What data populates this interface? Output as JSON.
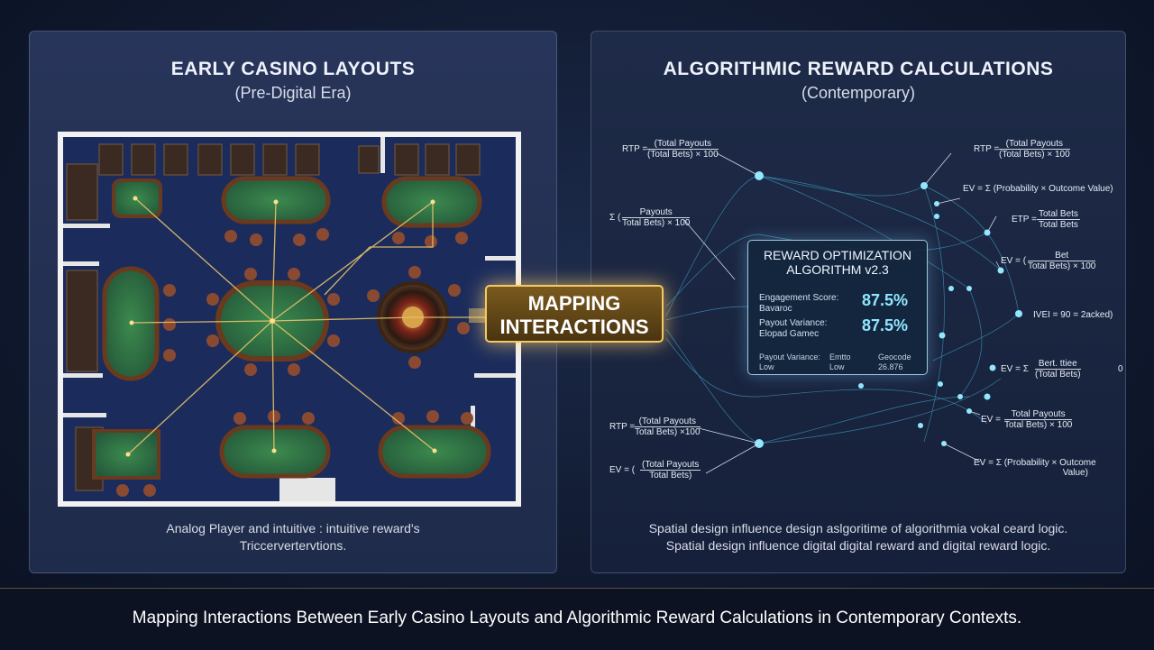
{
  "left_panel": {
    "title": "EARLY CASINO LAYOUTS",
    "subtitle": "(Pre-Digital Era)",
    "caption_line1": "Analog Player and intuitive : intuitive reward's",
    "caption_line2": "Triccervertervtions."
  },
  "right_panel": {
    "title": "ALGORITHMIC REWARD CALCULATIONS",
    "subtitle": "(Contemporary)",
    "caption_line1": "Spatial design influence design aslgoritime of algorithmia vokal ceard logic.",
    "caption_line2": "Spatial design influence digital digital reward and digital reward logic."
  },
  "mapping": {
    "line1": "MAPPING",
    "line2": "INTERACTIONS"
  },
  "algorithm_box": {
    "title_line1": "REWARD OPTIMIZATION",
    "title_line2": "ALGORITHM v2.3",
    "row1_label": "Engagement Score:",
    "row1_sub": "Bavaroc",
    "row1_value": "87.5%",
    "row2_label": "Payout Variance:",
    "row2_sub": "Elopad Gamec",
    "row2_value": "87.5%",
    "row3_label1": "Payout Variance:",
    "row3_label2": "Low",
    "row3_mid1": "Emtto",
    "row3_mid2": "Low",
    "row3_right1": "Geocode",
    "row3_right2": "26.876"
  },
  "formulas": {
    "f1_prefix": "RTP =",
    "f1_num": "(Total Payouts",
    "f1_den": "(Total Bets) × 100",
    "f2_prefix": "Σ (",
    "f2_num": "Payouts",
    "f2_den": "Total Bets) × 100",
    "f3_prefix": "RTP =",
    "f3_num": "(Total Payouts",
    "f3_den": "Total Bets) ×100",
    "f4_prefix": "EV = (",
    "f4_num": "(Total Payouts",
    "f4_den": "Total Bets)",
    "f5_prefix": "RTP =",
    "f5_num": "(Total Payouts",
    "f5_den": "(Total Bets) × 100",
    "f6": "EV = Σ (Probability × Outcome Value)",
    "f7_prefix": "ETP =",
    "f7_num": "Total Bets",
    "f7_den": "Total Bets",
    "f8_prefix": "EV = (",
    "f8_num": "Bet",
    "f8_den": "Total Bets) × 100",
    "f9": "IVEI = 90 = 2acked)",
    "f10_prefix": "EV = Σ",
    "f10_num": "Bert. ttiee",
    "f10_den": "(Total Bets)",
    "f10_suffix": "0",
    "f11_prefix": "EV =",
    "f11_num": "Total Payouts",
    "f11_den": "Total Bets) × 100",
    "f12_line1": "EV = Σ (Probability × Outcome",
    "f12_line2": "Value)"
  },
  "bottom_title": "Mapping Interactions Between Early Casino Layouts and Algorithmic Reward Calculations in Contemporary Contexts.",
  "colors": {
    "felt": "#2f6b3e",
    "floor": "#1b2c5c",
    "gold": "#f3c965",
    "cyan": "#6fe0ff"
  }
}
